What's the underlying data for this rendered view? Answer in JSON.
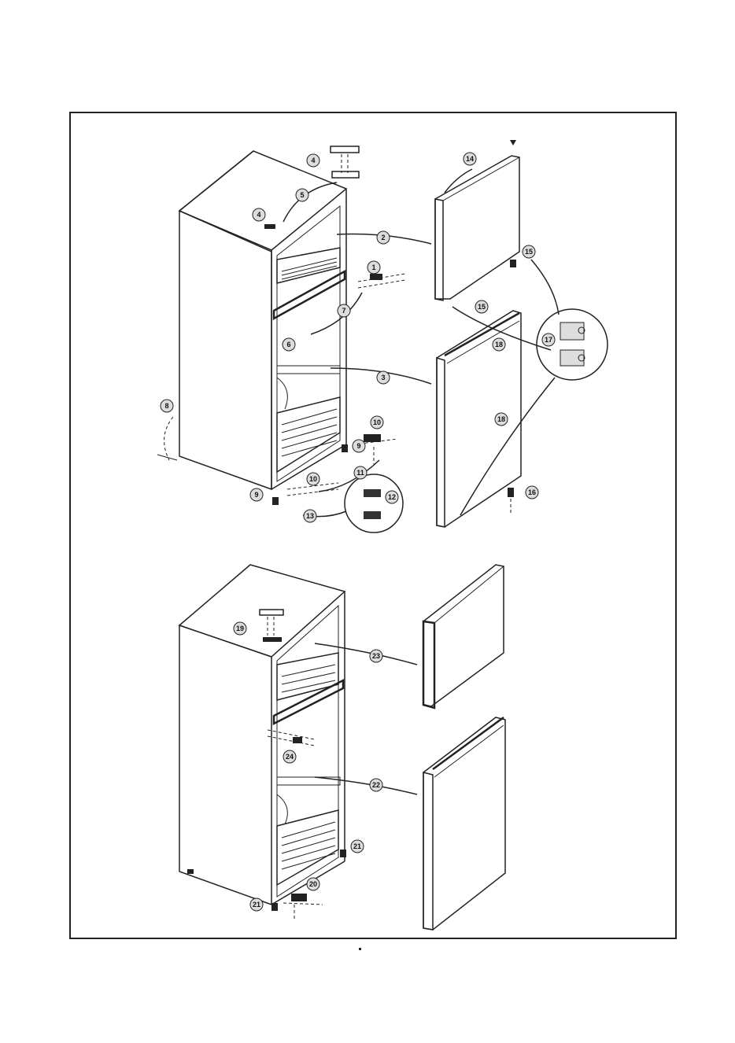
{
  "callouts": {
    "c1": "1",
    "c2": "2",
    "c3": "3",
    "c4a": "4",
    "c4b": "4",
    "c5": "5",
    "c6": "6",
    "c7": "7",
    "c8": "8",
    "c9a": "9",
    "c9b": "9",
    "c10a": "10",
    "c10b": "10",
    "c11": "11",
    "c12": "12",
    "c13": "13",
    "c14": "14",
    "c15a": "15",
    "c15b": "15",
    "c16": "16",
    "c17": "17",
    "c18a": "18",
    "c18b": "18",
    "c19": "19",
    "c20": "20",
    "c21a": "21",
    "c21b": "21",
    "c22": "22",
    "c23": "23",
    "c24": "24"
  },
  "colors": {
    "line": "#222222",
    "background": "#ffffff",
    "callout_fill": "#dddddd"
  }
}
